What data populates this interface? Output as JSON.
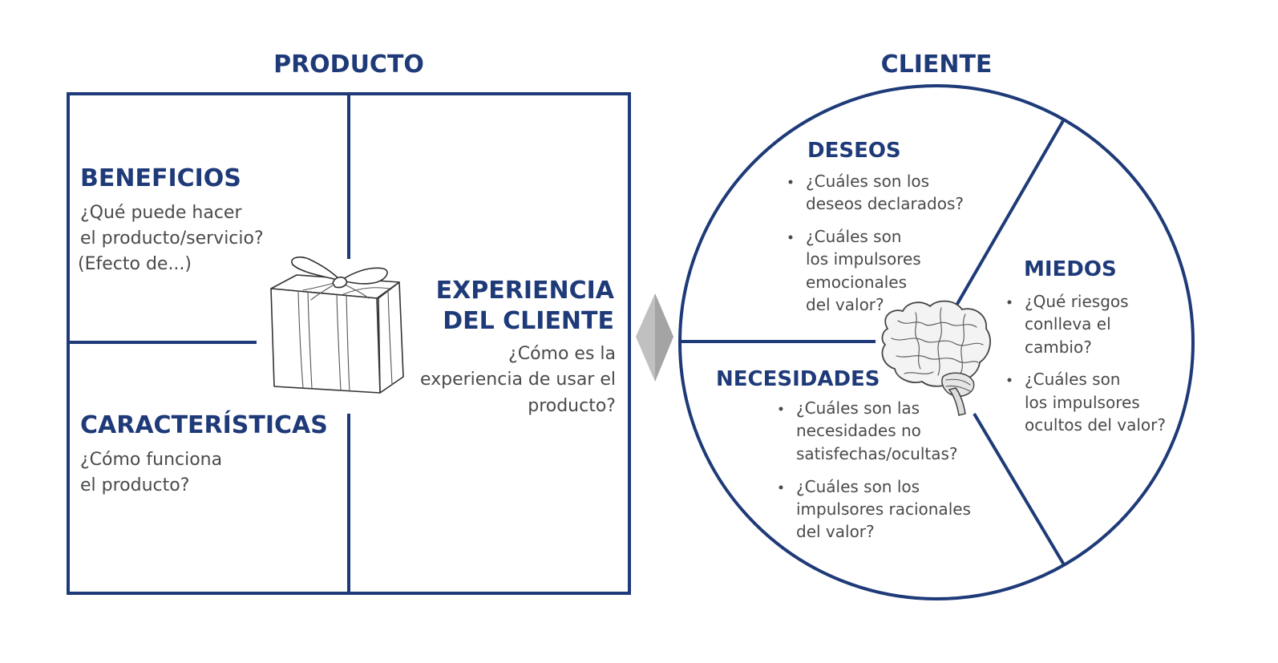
{
  "colors": {
    "accent": "#1e3a78",
    "text": "#4a4a4a",
    "connector": "#b8b8b8"
  },
  "producto": {
    "title": "PRODUCTO",
    "beneficios": {
      "heading": "BENEFICIOS",
      "lines": [
        "¿Qué puede hacer",
        "el producto/servicio?",
        "(Efecto de...)"
      ]
    },
    "caracteristicas": {
      "heading": "CARACTERÍSTICAS",
      "lines": [
        "¿Cómo funciona",
        "el producto?"
      ]
    },
    "experiencia": {
      "heading_lines": [
        "EXPERIENCIA",
        "DEL CLIENTE"
      ],
      "lines": [
        "¿Cómo es la",
        "experiencia de usar el",
        "producto?"
      ]
    },
    "icon": "gift-box-icon"
  },
  "cliente": {
    "title": "CLIENTE",
    "deseos": {
      "heading": "DESEOS",
      "bullets": [
        [
          "¿Cuáles son los",
          "deseos declarados?"
        ],
        [
          "¿Cuáles son",
          "los impulsores",
          "emocionales",
          "del valor?"
        ]
      ]
    },
    "miedos": {
      "heading": "MIEDOS",
      "bullets": [
        [
          "¿Qué riesgos",
          "conlleva el",
          "cambio?"
        ],
        [
          "¿Cuáles son",
          "los impulsores",
          "ocultos del valor?"
        ]
      ]
    },
    "necesidades": {
      "heading": "NECESIDADES",
      "bullets": [
        [
          "¿Cuáles son las",
          "necesidades no",
          "satisfechas/ocultas?"
        ],
        [
          "¿Cuáles son los",
          "impulsores racionales",
          "del valor?"
        ]
      ]
    },
    "icon": "brain-icon"
  },
  "connector_icon": "diamond-connector-icon"
}
